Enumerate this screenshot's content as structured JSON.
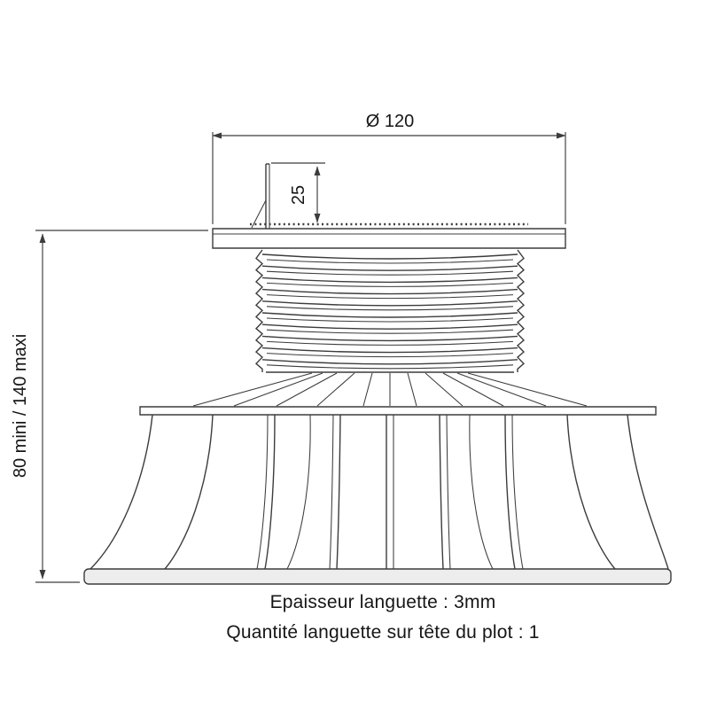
{
  "diagram": {
    "dim_diameter": "Ø 120",
    "dim_tab_height": "25",
    "dim_height_range": "80 mini / 140 maxi"
  },
  "captions": {
    "line1": "Epaisseur languette : 3mm",
    "line2": "Quantité languette sur tête du plot : 1"
  },
  "colors": {
    "line": "#3c3c3c",
    "text": "#161616"
  }
}
